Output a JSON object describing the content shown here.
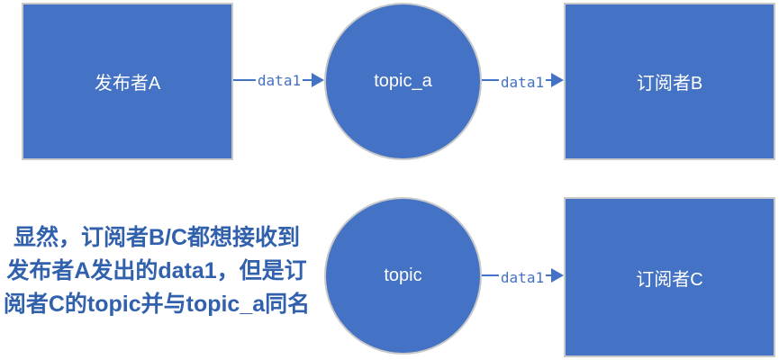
{
  "colors": {
    "background": "#FFFFFF",
    "shape_fill": "#4472C4",
    "shape_border": "#C9C9C9",
    "shape_text": "#FFFFFF",
    "arrow": "#4472C4",
    "data_label_text": "#4472C4",
    "data_label_background": "#FFFFFF",
    "annotation_text": "#3161AD"
  },
  "shapes": {
    "publisher_a": {
      "label": "发布者A"
    },
    "topic_a": {
      "label": "topic_a"
    },
    "subscriber_b": {
      "label": "订阅者B"
    },
    "topic": {
      "label": "topic"
    },
    "subscriber_c": {
      "label": "订阅者C"
    }
  },
  "arrows": {
    "pub_a_to_topic_a": {
      "label": "data1"
    },
    "topic_a_to_sub_b": {
      "label": "data1"
    },
    "topic_to_sub_c": {
      "label": "data1"
    }
  },
  "annotation": {
    "lines": [
      "显然，订阅者B/C都想接收到",
      "发布者A发出的data1，但是订",
      "阅者C的topic并与topic_a同名"
    ]
  }
}
